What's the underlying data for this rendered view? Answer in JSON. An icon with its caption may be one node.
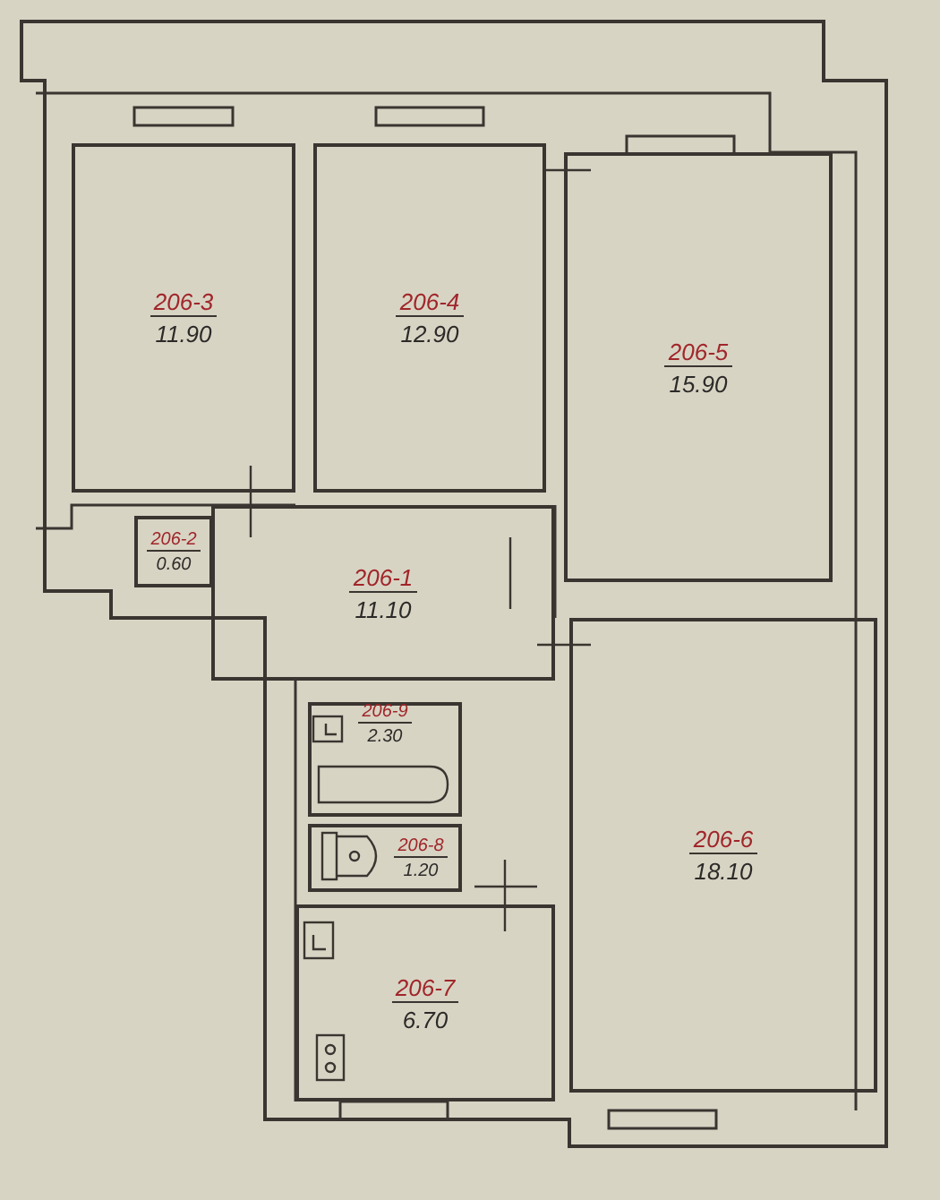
{
  "diagram": {
    "nodes": [
      {
        "text": [
          "206-3",
          "11.90"
        ]
      },
      {
        "text": [
          "206-4",
          "12.90"
        ]
      },
      {
        "text": [
          "206-5",
          "15.90"
        ]
      },
      {
        "text": [
          "206-2",
          "0.60"
        ]
      },
      {
        "text": [
          "206-1",
          "11.10"
        ]
      },
      {
        "text": [
          "206-9",
          "2.30"
        ]
      },
      {
        "text": [
          "206-8",
          "1.20"
        ]
      },
      {
        "text": [
          "206-6",
          "18.10"
        ]
      },
      {
        "text": [
          "206-7",
          "6.70"
        ]
      }
    ]
  }
}
